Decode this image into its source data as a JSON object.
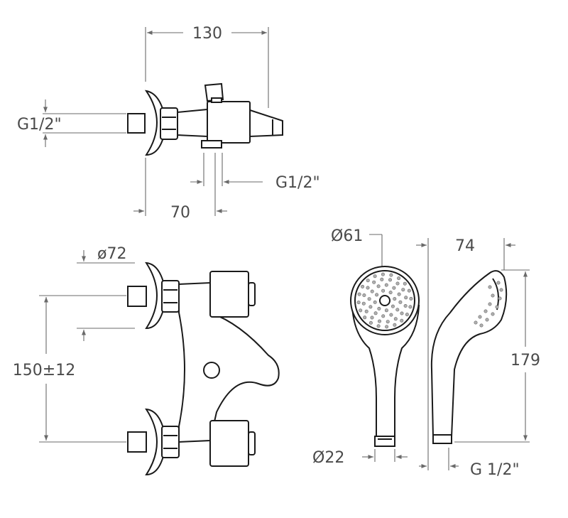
{
  "dimensions": {
    "width_130": "130",
    "thread_left": "G1/2\"",
    "thread_right": "G1/2\"",
    "width_70": "70",
    "diameter_72": "ø72",
    "spacing_150": "150±12",
    "diameter_61": "Ø61",
    "depth_74": "74",
    "length_179": "179",
    "diameter_22": "Ø22",
    "thread_hose": "G 1/2\""
  },
  "colors": {
    "outline": "#1a1a1a",
    "dimension_line": "#6a6a6a",
    "text": "#4a4a4a",
    "background": "#ffffff"
  }
}
